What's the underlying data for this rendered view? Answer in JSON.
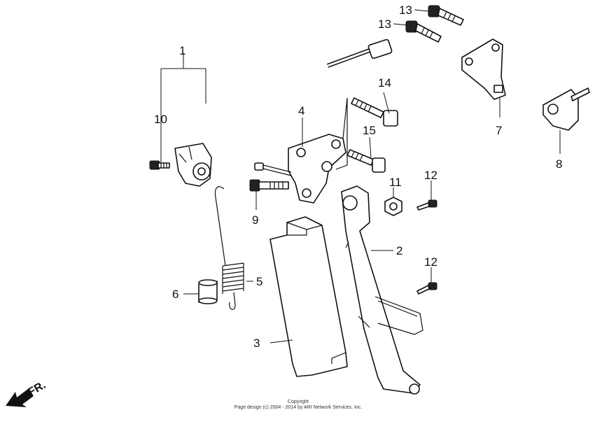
{
  "callouts": {
    "p1": "1",
    "p2": "2",
    "p3": "3",
    "p4": "4",
    "p5": "5",
    "p6": "6",
    "p7": "7",
    "p8": "8",
    "p9": "9",
    "p10": "10",
    "p11": "11",
    "p12a": "12",
    "p12b": "12",
    "p13a": "13",
    "p13b": "13",
    "p14": "14",
    "p15": "15"
  },
  "direction_label": "FR.",
  "footer": {
    "line1": "Copyright",
    "line2": "Page design (c) 2004 - 2014 by ARI Network Services, Inc."
  }
}
